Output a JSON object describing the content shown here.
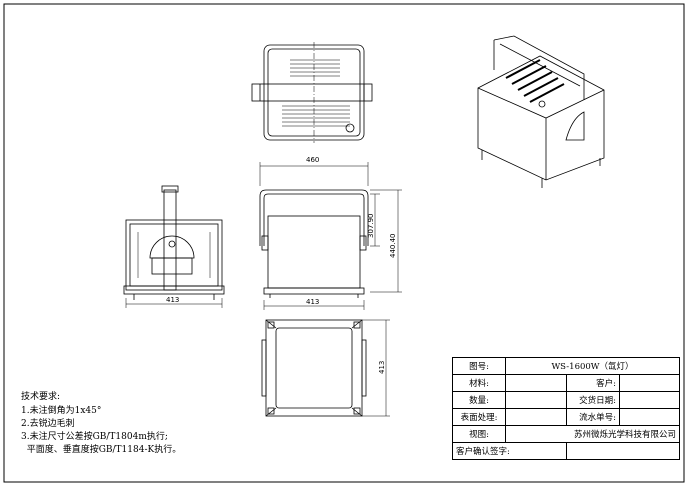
{
  "dimensions": {
    "width_top": "460",
    "height_inner": "307.90",
    "height_total": "440.40",
    "width_side": "413",
    "width_front": "413",
    "depth_bottom": "413"
  },
  "notes": {
    "title": "技术要求:",
    "items": [
      "1.未注倒角为1x45°",
      "2.去锐边毛刺",
      "3.未注尺寸公差按GB/T1804m执行;",
      "  平面度、垂直度按GB/T1184-K执行。"
    ]
  },
  "title_block": {
    "drawing_no_label": "图号:",
    "drawing_no_value": "WS-1600W（氙灯）",
    "material_label": "材料:",
    "customer_label": "客户:",
    "quantity_label": "数量:",
    "delivery_label": "交货日期:",
    "surface_label": "表面处理:",
    "serial_label": "流水单号:",
    "view_label": "视图:",
    "company": "苏州微烁光学科技有限公司",
    "sign_label": "客户确认签字:"
  }
}
